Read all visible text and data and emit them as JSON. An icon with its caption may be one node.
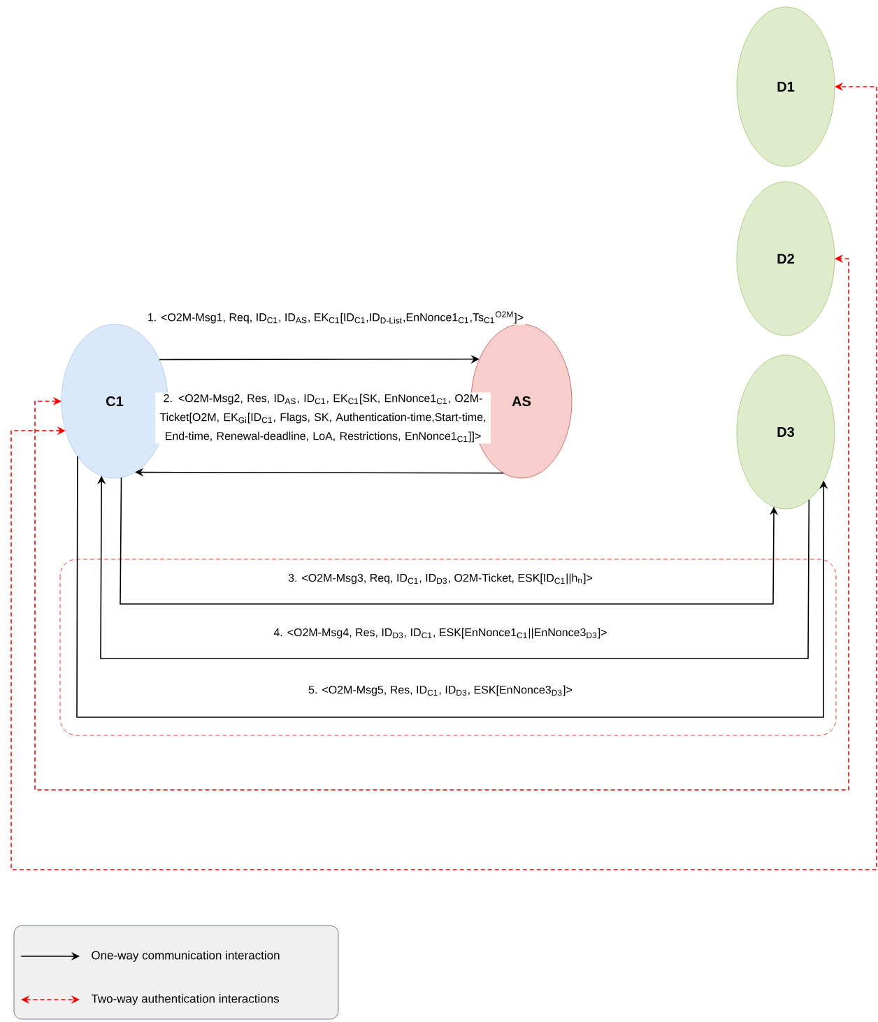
{
  "diagram": {
    "nodes": [
      {
        "text": [
          "C1"
        ]
      },
      {
        "text": [
          "AS"
        ]
      },
      {
        "text": [
          "D1"
        ]
      },
      {
        "text": [
          "D2"
        ]
      },
      {
        "text": [
          "D3"
        ]
      }
    ],
    "edges": [
      {
        "from": 0,
        "to": 1,
        "arrow": "to",
        "label": "1. <O2M-Msg1, Req, ID$_{C1}$, ID$_{AS}$, EK$_{C1}$[ID$_{C1}$,ID$_{D-List}$,EnNonce1$_{C1}$,Ts$_{C1}$$^{O2M}$]>"
      },
      {
        "from": 1,
        "to": 0,
        "arrow": "to",
        "label": "2. <O2M-Msg2, Res, ID$_{AS}$, ID$_{C1}$, EK$_{C1}$[SK, EnNonce1$_{C1}$, O2M-Ticket[O2M, EK$_{Gi}$[ID$_{C1}$, Flags, SK, Authentication-time,Start-time, End-time, Renewal-deadline, LoA, Restrictions, EnNonce1$_{C1}$]]>"
      },
      {
        "from": 0,
        "to": 4,
        "arrow": "to",
        "label": "3. <O2M-Msg3, Req, ID$_{C1}$, ID$_{D3}$, O2M-Ticket, ESK[ID$_{C1}$||h$_{n}$]>"
      },
      {
        "from": 4,
        "to": 0,
        "arrow": "to",
        "label": "4. <O2M-Msg4, Res, ID$_{D3}$, ID$_{C1}$, ESK[EnNonce1$_{C1}$||EnNonce3$_{D3}$]>"
      },
      {
        "from": 0,
        "to": 4,
        "arrow": "to",
        "label": "5. <O2M-Msg5, Res, ID$_{C1}$, ID$_{D3}$, ESK[EnNonce3$_{D3}$]>"
      },
      {
        "from": 0,
        "to": 3,
        "arrow": "both",
        "style": "dashed",
        "color": "#ff0000"
      },
      {
        "from": 0,
        "to": 2,
        "arrow": "both",
        "style": "dashed",
        "color": "#ff0000"
      }
    ],
    "legend": [
      {
        "text": "One-way communication interaction"
      },
      {
        "text": "Two-way authentication interactions"
      }
    ]
  }
}
